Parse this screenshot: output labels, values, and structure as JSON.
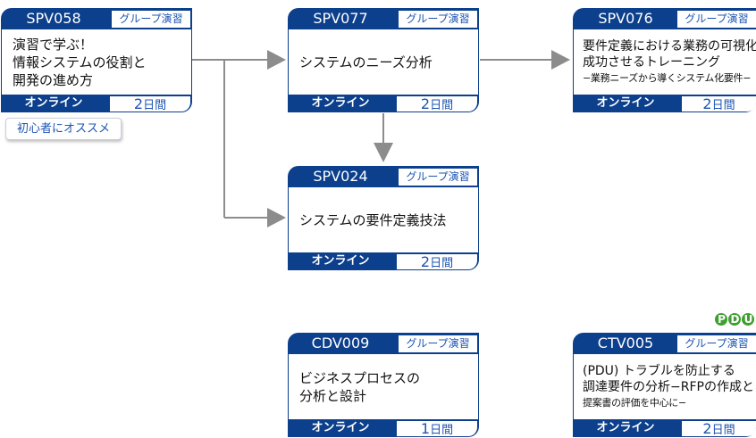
{
  "courses": [
    {
      "code": "SPV058",
      "kind": "グループ演習",
      "title_lines": [
        {
          "text": "演習で学ぶ！"
        },
        {
          "text": "情報システムの役割と"
        },
        {
          "text": "開発の進め方"
        }
      ],
      "mode": "オンライン",
      "days": "2",
      "days_unit": "日間"
    },
    {
      "code": "SPV077",
      "kind": "グループ演習",
      "title_lines": [
        {
          "text": "システムのニーズ分析"
        }
      ],
      "mode": "オンライン",
      "days": "2",
      "days_unit": "日間"
    },
    {
      "code": "SPV076",
      "kind": "グループ演習",
      "title_lines": [
        {
          "text": "要件定義における業務の可視化を"
        },
        {
          "text": "成功させるトレーニング"
        },
        {
          "text": "−業務ニーズから導くシステム化要件−",
          "small": true
        }
      ],
      "mode": "オンライン",
      "days": "2",
      "days_unit": "日間"
    },
    {
      "code": "SPV024",
      "kind": "グループ演習",
      "title_lines": [
        {
          "text": "システムの要件定義技法"
        }
      ],
      "mode": "オンライン",
      "days": "2",
      "days_unit": "日間"
    },
    {
      "code": "CDV009",
      "kind": "グループ演習",
      "title_lines": [
        {
          "text": "ビジネスプロセスの"
        },
        {
          "text": "分析と設計"
        }
      ],
      "mode": "オンライン",
      "days": "1",
      "days_unit": "日間"
    },
    {
      "code": "CTV005",
      "kind": "グループ演習",
      "title_lines": [
        {
          "text": "(PDU) トラブルを防止する"
        },
        {
          "text": "調達要件の分析−RFPの作成と"
        },
        {
          "text": "提案書の評価を中心に−",
          "small": true
        }
      ],
      "mode": "オンライン",
      "days": "2",
      "days_unit": "日間"
    }
  ],
  "beginner_tag": "初心者にオススメ",
  "pdu_badge": [
    "P",
    "D",
    "U"
  ],
  "colors": {
    "navy": "#0c3f8c",
    "accent_blue": "#1d55b3",
    "arrow_gray": "#8c8c8c",
    "pdu_green": "#3fa030"
  }
}
